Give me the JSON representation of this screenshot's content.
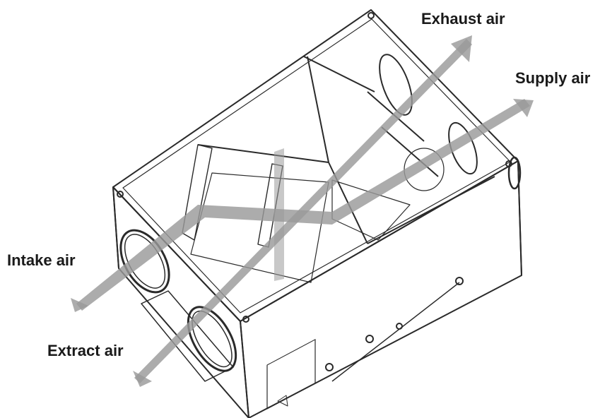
{
  "labels": {
    "exhaust": "Exhaust air",
    "supply": "Supply air",
    "intake": "Intake air",
    "extract": "Extract air"
  },
  "colors": {
    "line": "#2a2a2a",
    "arrow": "#9a9a9a",
    "background": "#ffffff"
  }
}
